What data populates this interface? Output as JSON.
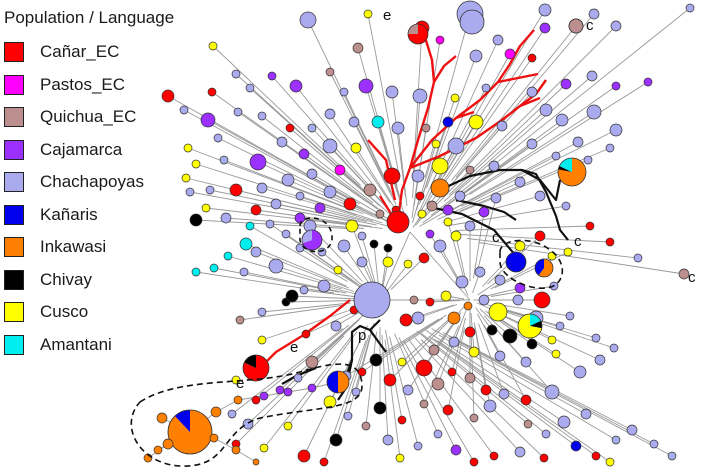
{
  "legend": {
    "title": "Population / Language",
    "items": [
      {
        "label": "Cañar_EC",
        "color": "#ff0000"
      },
      {
        "label": "Pastos_EC",
        "color": "#ff00ff"
      },
      {
        "label": "Quichua_EC",
        "color": "#bc8f8f"
      },
      {
        "label": "Cajamarca",
        "color": "#9b30ff"
      },
      {
        "label": "Chachapoyas",
        "color": "#aaaaee"
      },
      {
        "label": "Kañaris",
        "color": "#0000ee"
      },
      {
        "label": "Inkawasi",
        "color": "#ff7f00"
      },
      {
        "label": "Chivay",
        "color": "#000000"
      },
      {
        "label": "Cusco",
        "color": "#ffff00"
      },
      {
        "label": "Amantani",
        "color": "#00eeee"
      }
    ]
  },
  "annotations": {
    "c": "c",
    "e": "e",
    "p": "p"
  }
}
